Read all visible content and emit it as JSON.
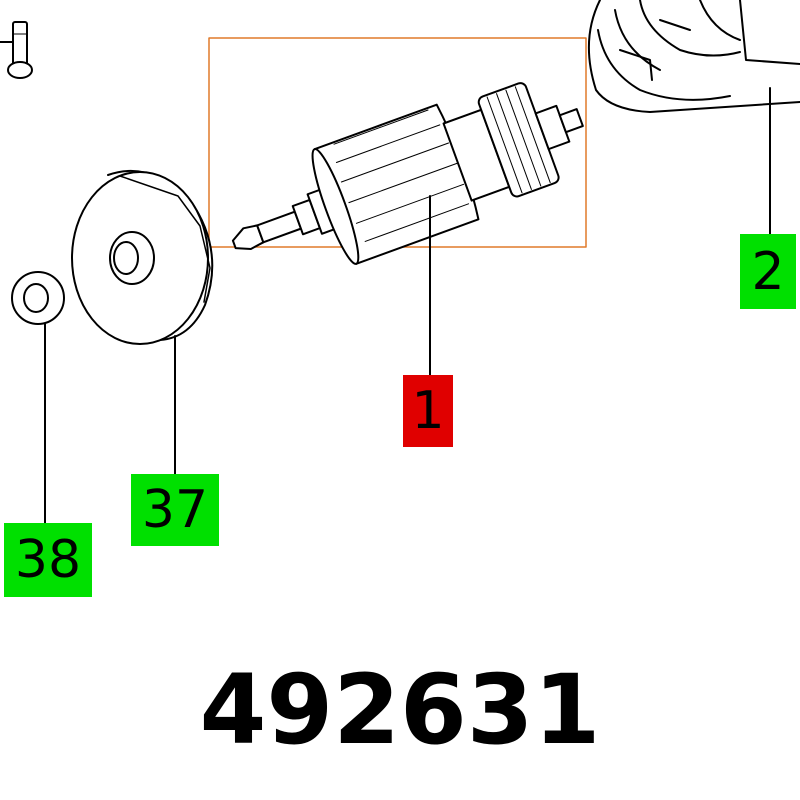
{
  "colors": {
    "highlight": "#e00000",
    "callout": "#00e000",
    "frame": "#e07a2a",
    "ink": "#000000"
  },
  "callouts": {
    "armature": {
      "label": "1",
      "highlighted": true
    },
    "stator": {
      "label": "2"
    },
    "fan": {
      "label": "37"
    },
    "washer": {
      "label": "38"
    }
  },
  "part_number": "492631"
}
